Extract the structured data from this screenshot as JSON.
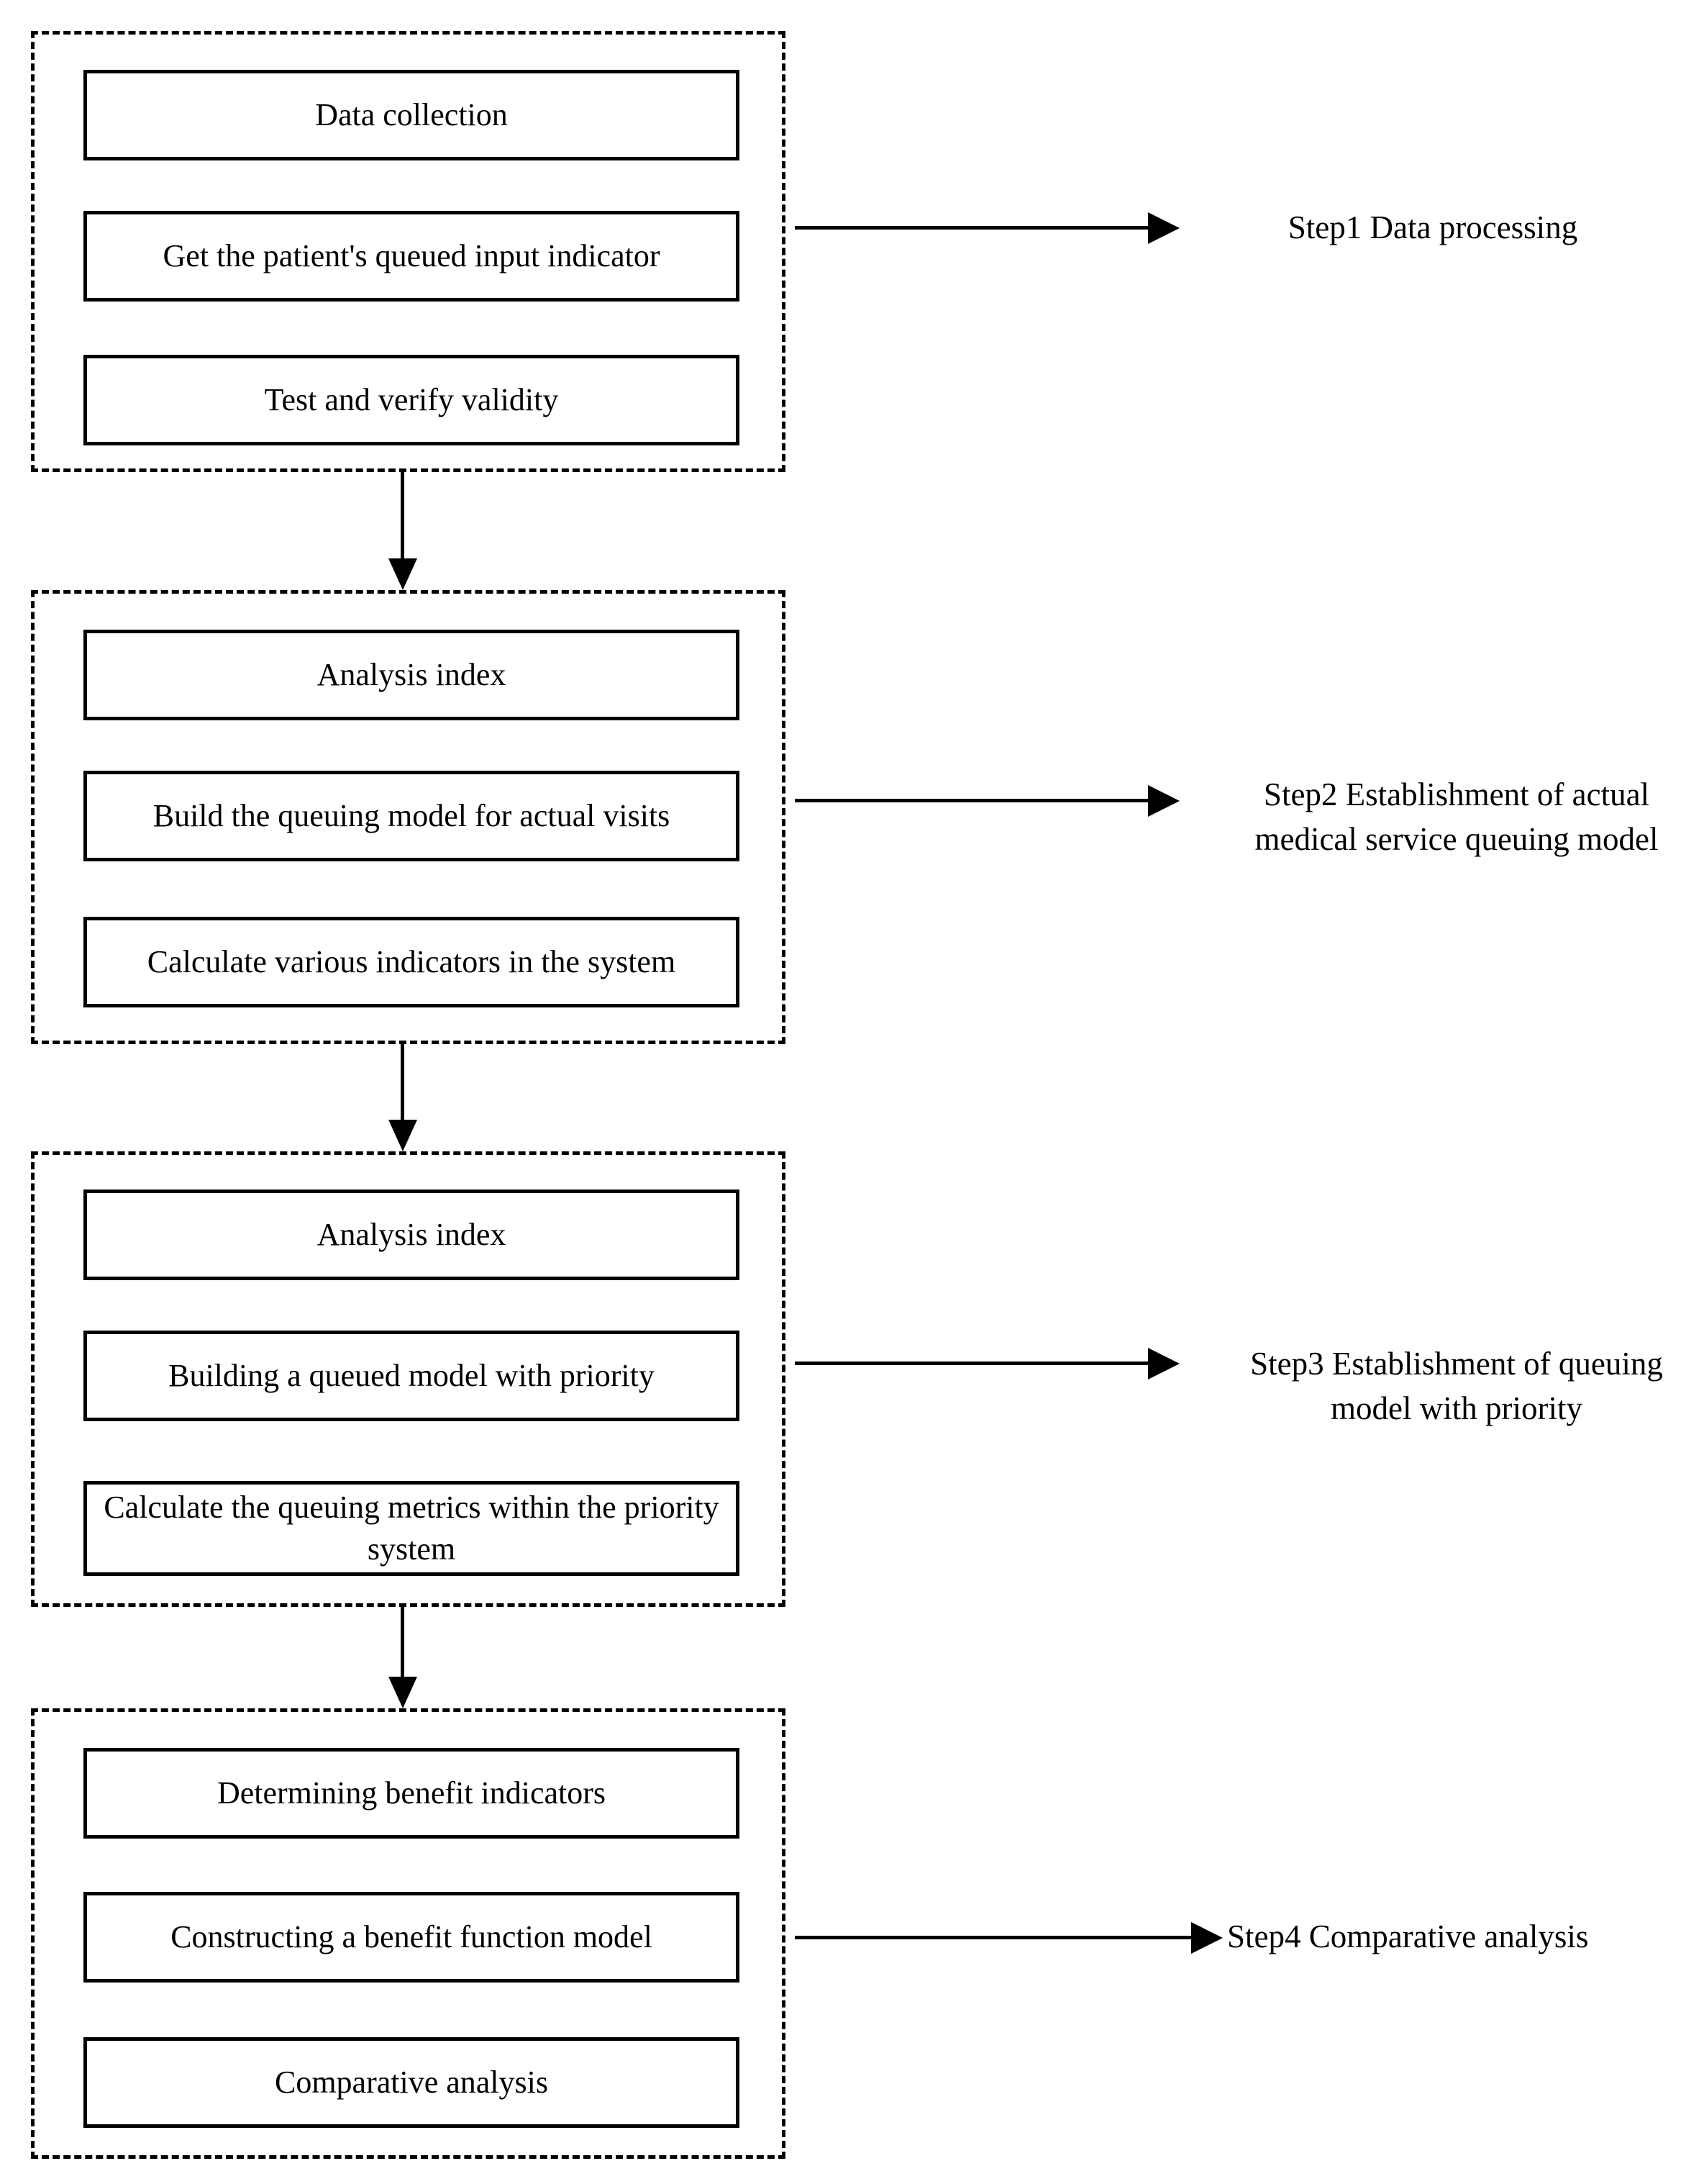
{
  "diagram": {
    "background_color": "#ffffff",
    "line_color": "#000000",
    "groups": [
      {
        "boxes": [
          "Data collection",
          "Get the patient's queued input indicator",
          "Test and verify validity"
        ],
        "step_lines": [
          "Step1 Data processing"
        ]
      },
      {
        "boxes": [
          "Analysis index",
          "Build the queuing model for actual visits",
          "Calculate various indicators in the system"
        ],
        "step_lines": [
          "Step2 Establishment of actual",
          "medical service queuing model"
        ]
      },
      {
        "boxes": [
          "Analysis index",
          "Building a queued model with priority",
          "Calculate the queuing metrics within the priority system"
        ],
        "step_lines": [
          "Step3 Establishment of queuing",
          "model with priority"
        ]
      },
      {
        "boxes": [
          "Determining benefit indicators",
          "Constructing a benefit function model",
          "Comparative analysis"
        ],
        "step_lines": [
          "Step4 Comparative analysis"
        ]
      }
    ]
  }
}
